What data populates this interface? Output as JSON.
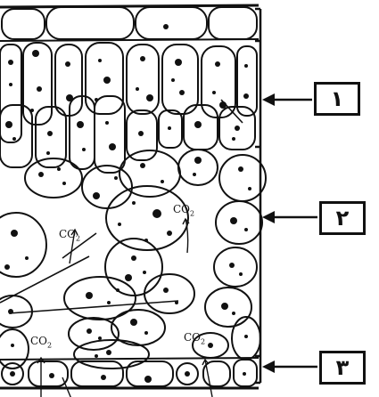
{
  "labels": {
    "label_1": "۱",
    "label_2": "۲",
    "label_3": "۳"
  },
  "gas": {
    "symbol": "CO",
    "subscript": "2"
  },
  "colors": {
    "ink": "#111111",
    "paper": "#ffffff"
  }
}
